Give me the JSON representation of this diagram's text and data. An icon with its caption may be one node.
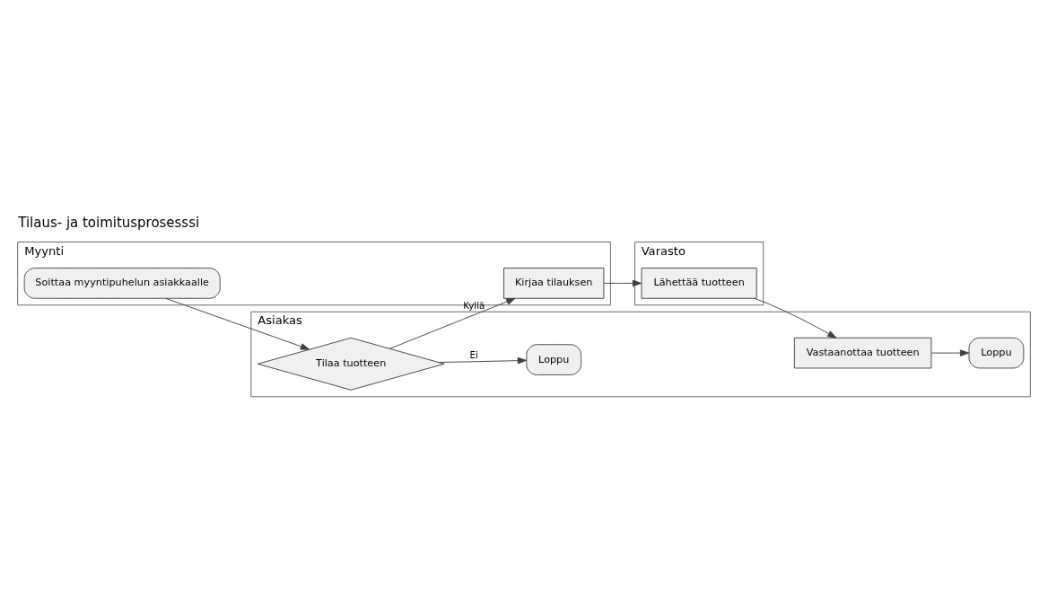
{
  "diagram": {
    "title": "Tilaus- ja toimitusprosesssi",
    "nodes": [
      {
        "text": [
          "Asiakas"
        ]
      },
      {
        "text": [
          "Tilaa tuotteen"
        ],
        "in": 0
      },
      {
        "text": [
          "Loppu"
        ],
        "in": 0
      },
      {
        "text": [
          "Vastaanottaa tuotteen"
        ],
        "in": 0
      },
      {
        "text": [
          "Loppu"
        ],
        "in": 0
      },
      {
        "text": [
          "Myynti"
        ]
      },
      {
        "text": [
          "Soittaa myyntipuhelun asiakkaalle"
        ],
        "in": 5
      },
      {
        "text": [
          "Kirjaa tilauksen"
        ],
        "in": 5
      },
      {
        "text": [
          "Varasto"
        ]
      },
      {
        "text": [
          "Lähettää tuotteen"
        ],
        "in": 8
      }
    ],
    "edges": [
      {
        "from": 6,
        "to": 1,
        "arrow": "to"
      },
      {
        "from": 1,
        "to": 2,
        "arrow": "to",
        "label": "Ei"
      },
      {
        "from": 1,
        "to": 7,
        "arrow": "to",
        "label": "Kyllä"
      },
      {
        "from": 7,
        "to": 9,
        "arrow": "to"
      },
      {
        "from": 9,
        "to": 3,
        "arrow": "to"
      },
      {
        "from": 3,
        "to": 4,
        "arrow": "to"
      }
    ]
  }
}
